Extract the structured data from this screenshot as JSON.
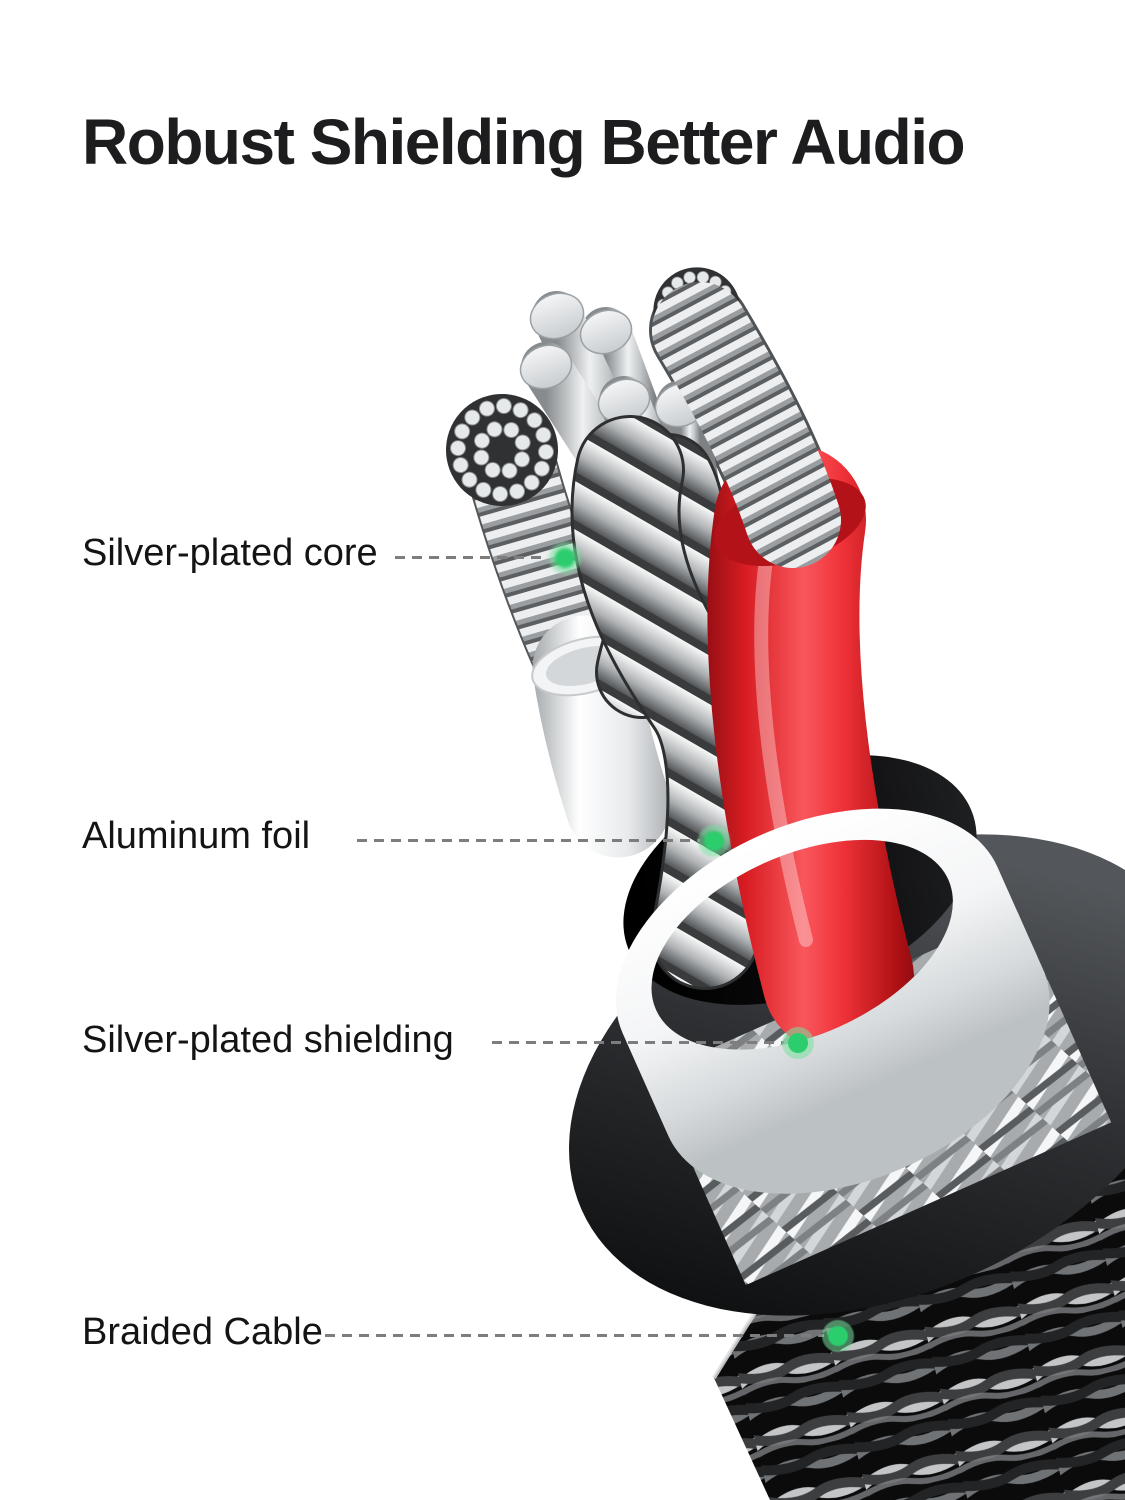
{
  "page": {
    "title": "Robust Shielding Better Audio"
  },
  "callouts": [
    {
      "label": "Silver-plated core"
    },
    {
      "label": "Aluminum foil"
    },
    {
      "label": "Silver-plated shielding"
    },
    {
      "label": "Braided Cable"
    }
  ],
  "colors": {
    "background": "#ffffff",
    "title_text": "#1d1d1f",
    "label_text": "#141414",
    "leader_line": "#7d7d7d",
    "indicator_green": "#2bcd6d",
    "indicator_halo": "#79e09e",
    "wire_red": "#e32128",
    "wire_white": "#f2f4f5",
    "jacket_black": "#101112",
    "braid_silver": "#a7abae"
  }
}
